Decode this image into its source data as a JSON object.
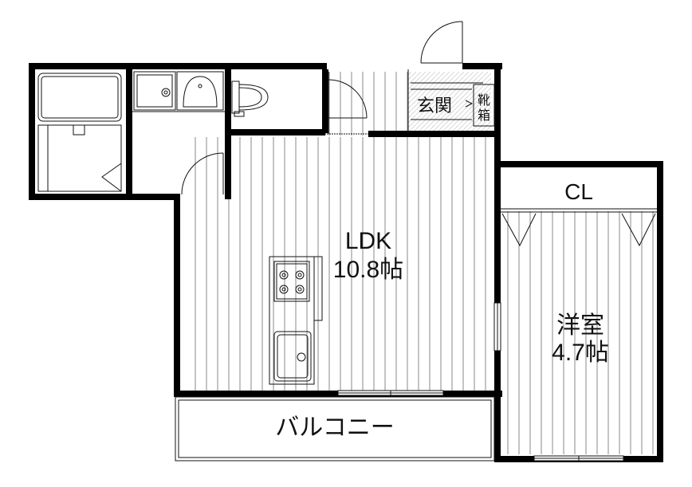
{
  "rooms": {
    "ldk": {
      "name": "LDK",
      "size": "10.8帖"
    },
    "western": {
      "name": "洋室",
      "size": "4.7帖"
    },
    "closet": {
      "name": "CL"
    },
    "entrance": {
      "name": "玄関"
    },
    "shoe_box": {
      "char1": "靴",
      "char2": "箱"
    },
    "balcony": {
      "name": "バルコニー"
    }
  },
  "colors": {
    "wall": "#000000",
    "line": "#111111",
    "floor_stripe": "#8a8a8a",
    "background": "#ffffff"
  }
}
